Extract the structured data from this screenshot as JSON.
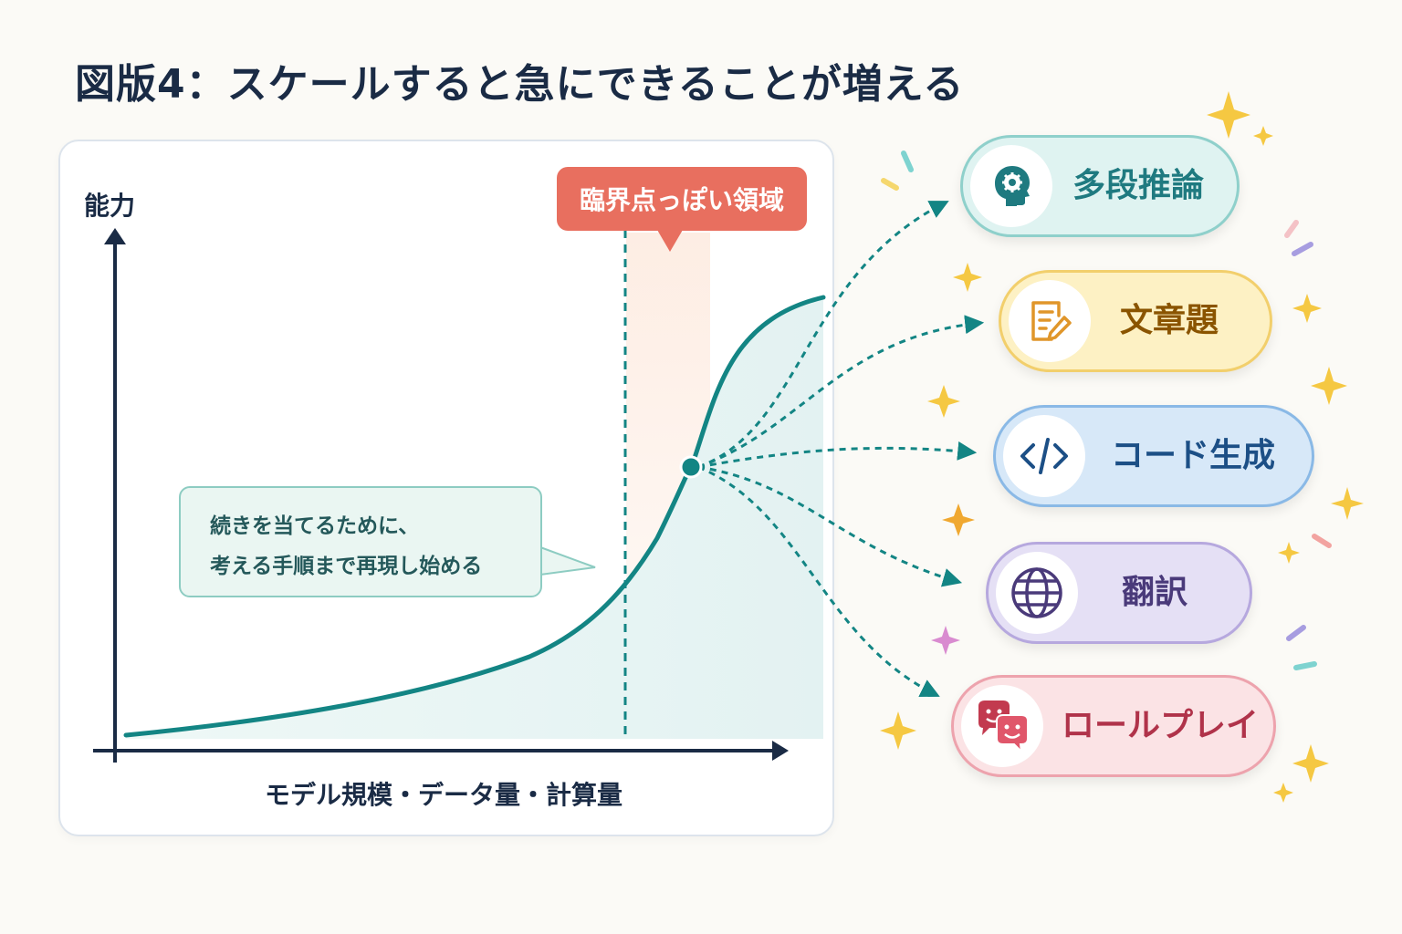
{
  "title": "図版4：スケールすると急にできることが増える",
  "chart": {
    "y_label": "能力",
    "x_label": "モデル規模・データ量・計算量",
    "threshold_label": "臨界点っぽい領域",
    "callout_lines": [
      "続きを当てるために、",
      "考える手順まで再現し始める"
    ]
  },
  "abilities": [
    {
      "label": "多段推論",
      "icon": "brain-head-icon",
      "color": "#1f7a80",
      "bg": "#dff3f1",
      "border": "#8fd0cb"
    },
    {
      "label": "文章題",
      "icon": "document-pencil-icon",
      "color": "#8a5400",
      "bg": "#fdf1c4",
      "border": "#f2cf6c"
    },
    {
      "label": "コード生成",
      "icon": "code-icon",
      "color": "#1c4f86",
      "bg": "#d7e8f8",
      "border": "#8ab9e6"
    },
    {
      "label": "翻訳",
      "icon": "globe-icon",
      "color": "#4a3a7a",
      "bg": "#e5e0f5",
      "border": "#b6a8de"
    },
    {
      "label": "ロールプレイ",
      "icon": "chat-faces-icon",
      "color": "#b0334a",
      "bg": "#fbe3e5",
      "border": "#eda3ad"
    }
  ],
  "colors": {
    "curve": "#138584",
    "axis": "#1a2b45",
    "threshold": "#e86f5f"
  }
}
